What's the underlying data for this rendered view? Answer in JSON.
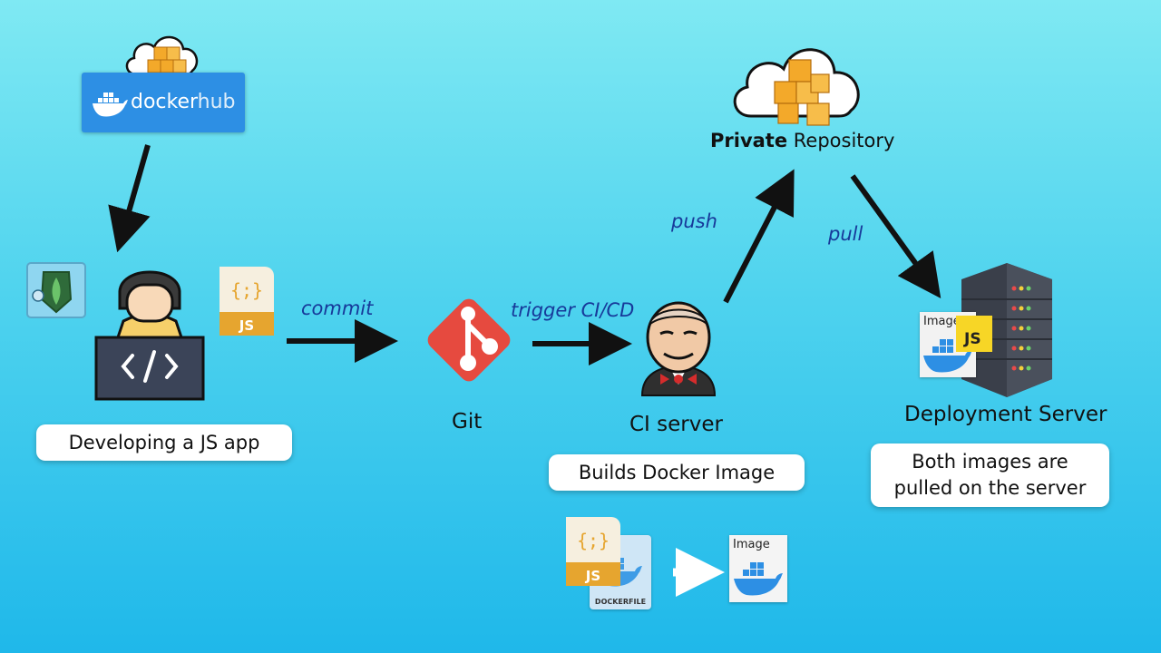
{
  "dockerhub": {
    "brand": "docker",
    "suffix": "hub"
  },
  "developer": {
    "pill_text": "Developing a JS app",
    "js_badge": "JS",
    "curly": "{;}"
  },
  "edges": {
    "commit": "commit",
    "trigger": "trigger CI/CD",
    "push": "push",
    "pull": "pull"
  },
  "git": {
    "label": "Git"
  },
  "ci": {
    "label": "CI server",
    "pill_text": "Builds Docker Image"
  },
  "private_repo": {
    "label_bold": "Private",
    "label_rest": " Repository"
  },
  "deploy": {
    "label": "Deployment Server",
    "pill_line1": "Both images are",
    "pill_line2": "pulled on the server",
    "image_label": "Image",
    "js_badge": "JS"
  },
  "build": {
    "js_badge": "JS",
    "curly": "{;}",
    "dockerfile_label": "DOCKERFILE",
    "image_label": "Image"
  },
  "colors": {
    "arrow": "#111111",
    "edge_text": "#17399a",
    "git_red": "#e64a3f",
    "docker_blue": "#2d8fe4",
    "js_orange": "#e6a52f",
    "cube_orange": "#f3a92a"
  }
}
